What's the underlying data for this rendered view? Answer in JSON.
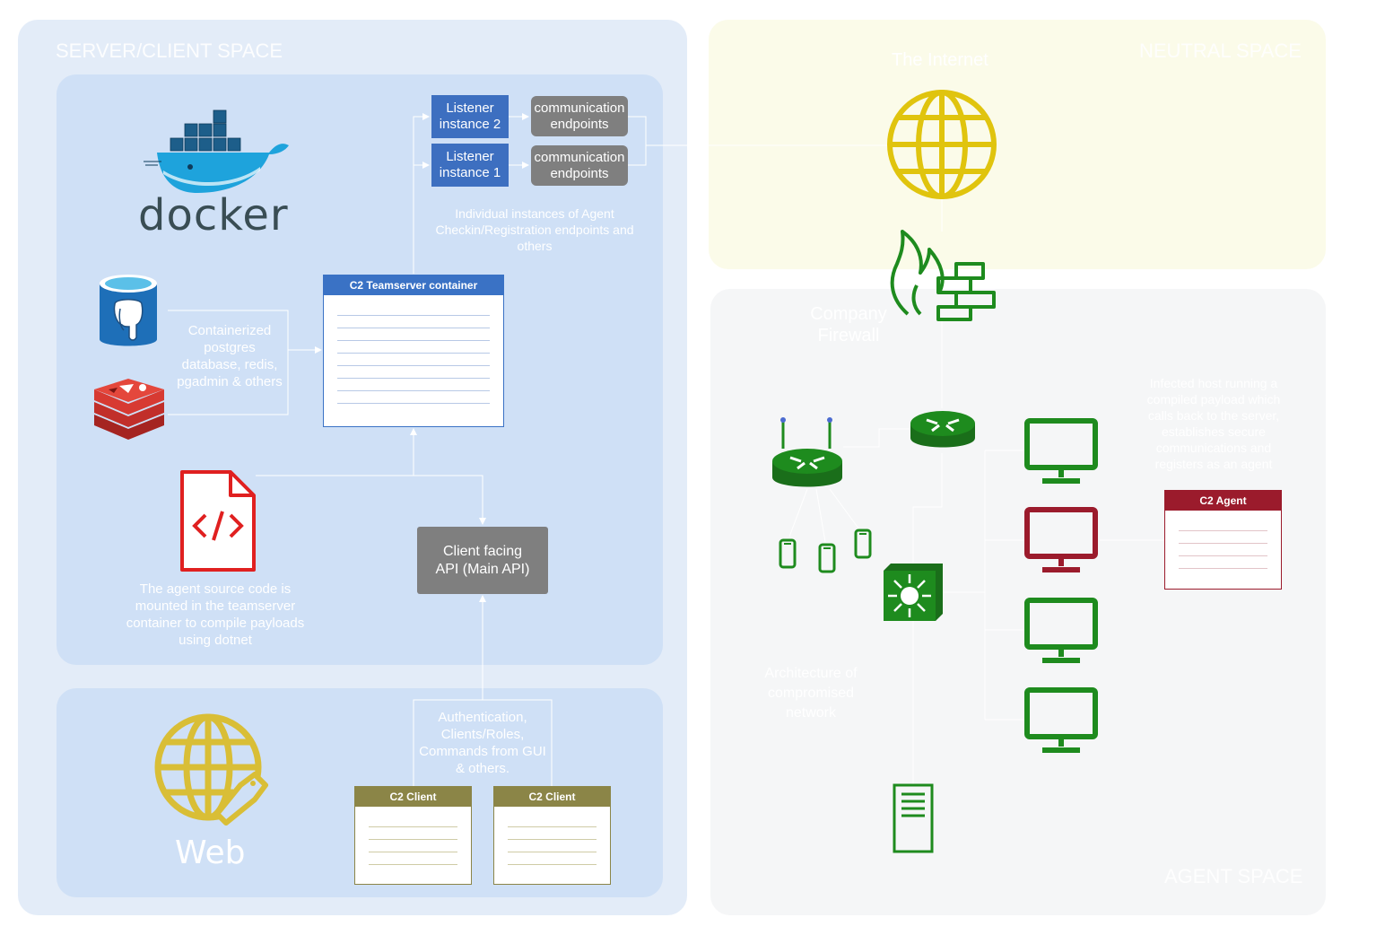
{
  "zones": {
    "server_client": "SERVER/CLIENT SPACE",
    "neutral": "NEUTRAL SPACE",
    "agent": "AGENT SPACE"
  },
  "docker": {
    "logo_text": "docker"
  },
  "listeners": [
    {
      "label": "Listener instance 2",
      "endpoint": "communication endpoints"
    },
    {
      "label": "Listener instance 1",
      "endpoint": "communication endpoints"
    }
  ],
  "listener_caption": "Individual instances of Agent Checkin/Registration endpoints and others",
  "teamserver": {
    "title": "C2 Teamserver container"
  },
  "databases_caption": "Containerized postgres database, redis, pgadmin & others",
  "source_code_caption": "The agent source code is mounted in the teamserver container to compile payloads using dotnet",
  "api": {
    "label": "Client facing API (Main API)"
  },
  "auth_caption": "Authentication, Clients/Roles, Commands from GUI & others.",
  "clients": [
    {
      "title": "C2 Client"
    },
    {
      "title": "C2 Client"
    }
  ],
  "web": {
    "label": "Web"
  },
  "internet": {
    "label": "The Internet"
  },
  "firewall": {
    "label": "Company Firewall"
  },
  "agent_caption": "Infected host running a compiled payload which calls back to the server, establishes secure communications and registers as an agent",
  "agent_card": {
    "title": "C2 Agent"
  },
  "network_caption": "Architecture of compromised network",
  "colors": {
    "outer_panel": "#e3ecf8",
    "inner_panel": "#cfe0f6",
    "neutral_panel": "#fbfbe9",
    "agent_panel": "#f5f6f7",
    "listener_blue": "#3d6fc0",
    "endpoint_gray": "#7f7f7f",
    "teamserver_blue": "#3a72c5",
    "client_olive": "#8b8547",
    "agent_red": "#9b1b2c",
    "network_green": "#1e8b1e",
    "infected_red": "#9b1b2c",
    "internet_yellow": "#e0c40e",
    "web_gold": "#d9be36"
  }
}
